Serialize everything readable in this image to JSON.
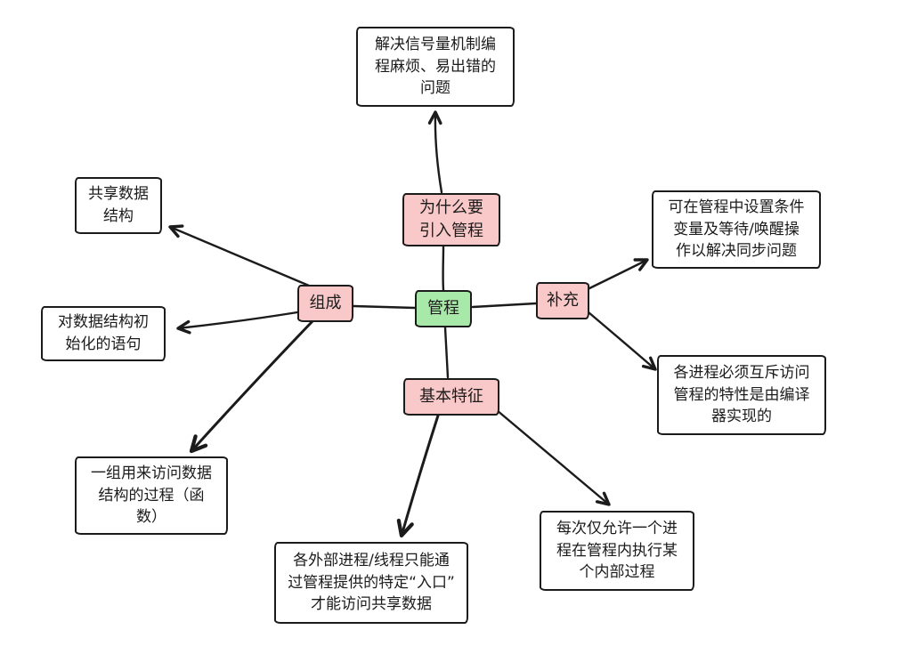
{
  "colors": {
    "stroke": "#1b1b1b",
    "center_fill": "#a8e8a8",
    "category_fill": "#f9c8c8",
    "leaf_fill": "#ffffff"
  },
  "nodes": {
    "center": {
      "label": "管程"
    },
    "why": {
      "label": "为什么要\n引入管程"
    },
    "why_detail": {
      "label": "解决信号量机制编\n程麻烦、易出错的\n问题"
    },
    "compose": {
      "label": "组成"
    },
    "compose_shared_data": {
      "label": "共享数据\n结构"
    },
    "compose_init": {
      "label": "对数据结构初\n始化的语句"
    },
    "compose_procs": {
      "label": "一组用来访问数据\n结构的过程（函\n数）"
    },
    "supplement": {
      "label": "补充"
    },
    "supplement_condition": {
      "label": "可在管程中设置条件\n变量及等待/唤醒操\n作以解决同步问题"
    },
    "supplement_mutex": {
      "label": "各进程必须互斥访问\n管程的特性是由编译\n器实现的"
    },
    "features": {
      "label": "基本特征"
    },
    "features_entry": {
      "label": "各外部进程/线程只能通\n过管程提供的特定“入口”\n才能访问共享数据"
    },
    "features_one_process": {
      "label": "每次仅允许一个进\n程在管程内执行某\n个内部过程"
    }
  }
}
